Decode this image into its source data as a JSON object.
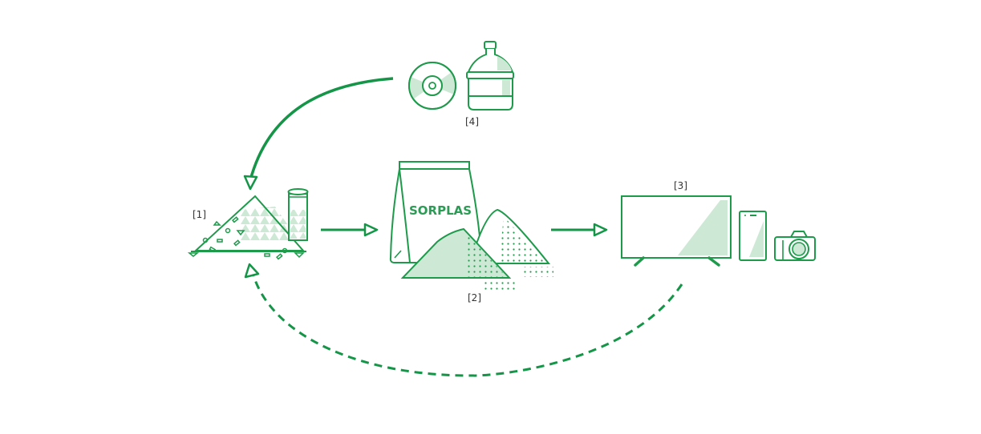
{
  "labels": {
    "raw_materials": "[1]",
    "sorplas_resin": "[2]",
    "products": "[3]",
    "recovered_waste": "[4]"
  },
  "bag_brand": "SORPLAS",
  "colors": {
    "stroke": "#1e9a4b",
    "fill_light": "#cde9d6",
    "arrow": "#159547",
    "text": "#333333"
  },
  "icons": {
    "raw": [
      "plastic-pile-icon",
      "canister-icon"
    ],
    "resin": [
      "sorplas-bag-icon",
      "pellet-pile-icon"
    ],
    "products": [
      "television-icon",
      "smartphone-icon",
      "camera-icon"
    ],
    "recovered": [
      "disc-icon",
      "water-jug-icon"
    ]
  }
}
